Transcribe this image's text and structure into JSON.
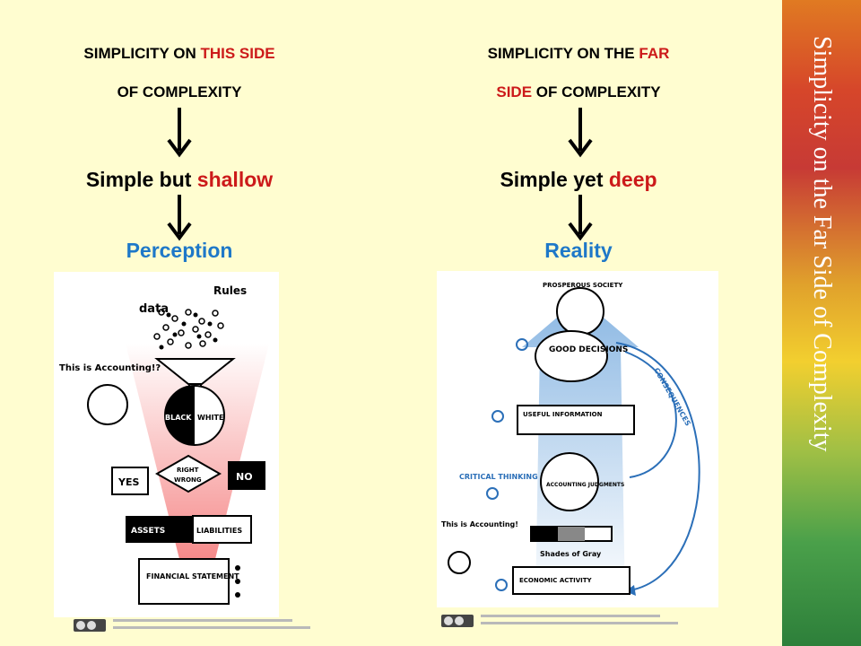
{
  "side_title": "Simplicity on the Far Side of Complexity",
  "left": {
    "heading_line1_prefix": "SIMPLICITY ON ",
    "heading_line1_highlight": "THIS SIDE",
    "heading_line2": "OF COMPLEXITY",
    "middle_prefix": "Simple but ",
    "middle_highlight": "shallow",
    "result": "Perception",
    "sketch": {
      "labels": [
        "data",
        "Rules",
        "This is Accounting!?",
        "BLACK",
        "WHITE",
        "RIGHT",
        "WRONG",
        "YES",
        "NO",
        "ASSETS",
        "LIABILITIES",
        "FINANCIAL STATEMENT"
      ]
    }
  },
  "right": {
    "heading_line1_prefix": "SIMPLICITY ON THE ",
    "heading_line1_highlight": "FAR",
    "heading_line2_highlight": "SIDE",
    "heading_line2_suffix": " OF COMPLEXITY",
    "middle_prefix": "Simple yet ",
    "middle_highlight": "deep",
    "result": "Reality",
    "sketch": {
      "labels": [
        "PROSPEROUS SOCIETY",
        "GOOD DECISIONS",
        "CONSEQUENCES",
        "USEFUL INFORMATION",
        "CRITICAL THINKING",
        "ACCOUNTING JUDGMENTS",
        "Shades of Gray",
        "This is Accounting!",
        "ECONOMIC ACTIVITY"
      ]
    }
  },
  "colors": {
    "background": "#fffdd0",
    "highlight_red": "#cc1a1a",
    "result_blue": "#1e78c8"
  }
}
